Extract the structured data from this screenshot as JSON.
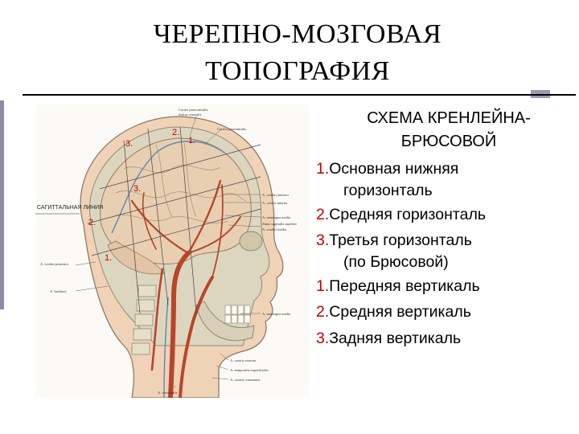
{
  "slide": {
    "title_line1": "ЧЕРЕПНО-МОЗГОВАЯ",
    "title_line2": "ТОПОГРАФИЯ",
    "heading_line1": "СХЕМА КРЕНЛЕЙНА-",
    "heading_line2": "БРЮСОВОЙ",
    "items": [
      {
        "num": "1.",
        "text": "Основная нижняя",
        "cont": "горизонталь"
      },
      {
        "num": "2.",
        "text": "Средняя горизонталь"
      },
      {
        "num": "3.",
        "text": "Третья горизонталь",
        "cont": "(по Брюсовой)"
      },
      {
        "num": "1.",
        "text": "Передняя вертикаль"
      },
      {
        "num": "2.",
        "text": "Средняя вертикаль"
      },
      {
        "num": "3.",
        "text": "Задняя вертикаль"
      }
    ]
  },
  "figure": {
    "markers": [
      "3.",
      "2.",
      "1.",
      "3.",
      "2.",
      "1."
    ],
    "label_sagittal": "САГИТТАЛЬНАЯ ЛИНИЯ",
    "annotations": [
      "Cortex praecentralis",
      "Sulcus centralis",
      "Cortex postcentralis",
      "A. cerebri anterior",
      "A. carotis interna",
      "A. meningea media",
      "Sinus sagittalis superior",
      "A. cerebri media",
      "A. meningea media",
      "A. carotis externa",
      "A. temporalis superficialis",
      "A. carotis communis",
      "A. vertebralis",
      "A. cerebri posterior",
      "A. basilaris"
    ]
  },
  "colors": {
    "marker": "#c00000",
    "artery": "#b8452a",
    "skull": "#ddd6bf",
    "brain": "#e8cfb2",
    "skin": "#f0d2b6"
  }
}
